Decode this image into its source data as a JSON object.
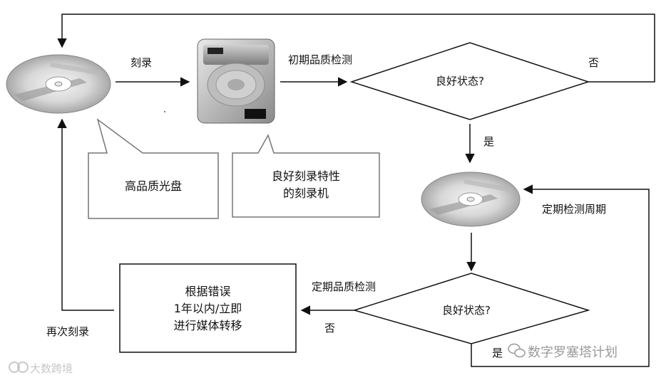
{
  "labels": {
    "burn": "刻录",
    "initial_check": "初期品质检测",
    "no_top": "否",
    "good_state_1": "良好状态?",
    "yes_1": "是",
    "periodic_cycle": "定期检测周期",
    "periodic_check": "定期品质检测",
    "good_state_2": "良好状态?",
    "no_bottom": "否",
    "yes_bottom": "是",
    "reburn": "再次刻录"
  },
  "callouts": {
    "disc_quality": "高品质光盘",
    "drive_line1": "良好刻录特性",
    "drive_line2": "的刻录机"
  },
  "action_box": {
    "line1": "根据错误",
    "line2": "1年以内/立即",
    "line3": "进行媒体转移"
  },
  "watermarks": {
    "wechat": "数字罗塞塔计划",
    "corner": "大数跨境"
  },
  "icons": [
    "optical-disc-icon",
    "disc-drive-icon",
    "wechat-icon"
  ]
}
